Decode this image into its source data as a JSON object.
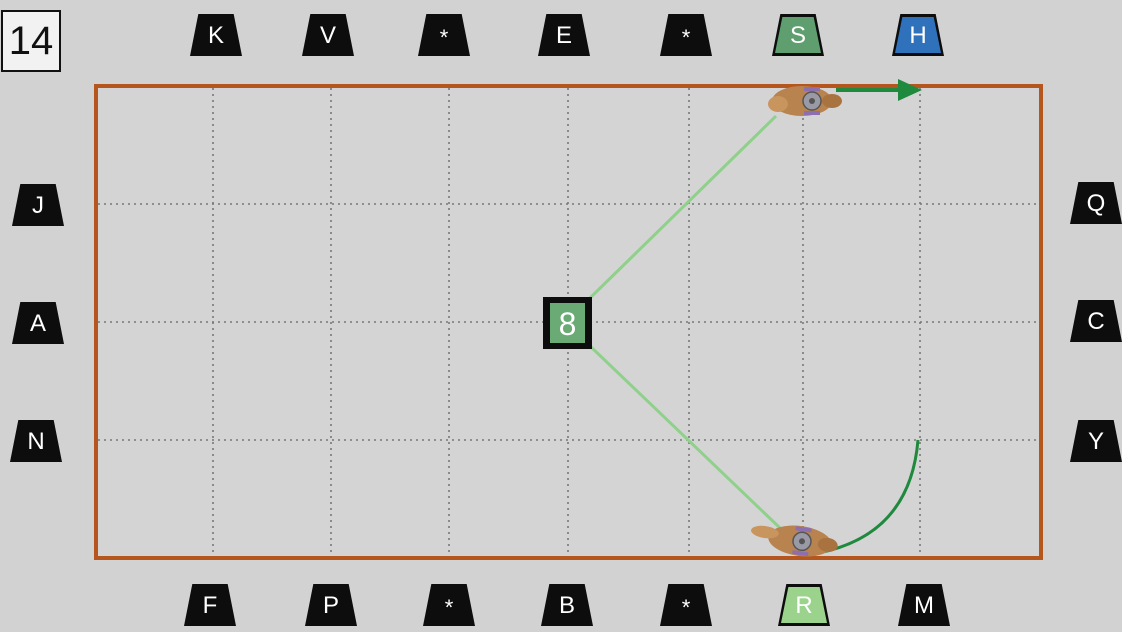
{
  "figure_number": "14",
  "markers": {
    "top": [
      {
        "id": "top-1",
        "label": "K",
        "fill": "#0d0d0d"
      },
      {
        "id": "top-2",
        "label": "V",
        "fill": "#0d0d0d"
      },
      {
        "id": "top-3",
        "label": "*",
        "fill": "#0d0d0d"
      },
      {
        "id": "top-4",
        "label": "E",
        "fill": "#0d0d0d"
      },
      {
        "id": "top-5",
        "label": "*",
        "fill": "#0d0d0d"
      },
      {
        "id": "top-6",
        "label": "S",
        "fill": "#5f9e6e"
      },
      {
        "id": "top-7",
        "label": "H",
        "fill": "#2f72bb"
      }
    ],
    "bottom": [
      {
        "id": "bottom-1",
        "label": "F",
        "fill": "#0d0d0d"
      },
      {
        "id": "bottom-2",
        "label": "P",
        "fill": "#0d0d0d"
      },
      {
        "id": "bottom-3",
        "label": "*",
        "fill": "#0d0d0d"
      },
      {
        "id": "bottom-4",
        "label": "B",
        "fill": "#0d0d0d"
      },
      {
        "id": "bottom-5",
        "label": "*",
        "fill": "#0d0d0d"
      },
      {
        "id": "bottom-6",
        "label": "R",
        "fill": "#9bd38c"
      },
      {
        "id": "bottom-7",
        "label": "M",
        "fill": "#0d0d0d"
      }
    ],
    "left": [
      {
        "id": "left-1",
        "label": "J",
        "fill": "#0d0d0d"
      },
      {
        "id": "left-2",
        "label": "A",
        "fill": "#0d0d0d"
      },
      {
        "id": "left-3",
        "label": "N",
        "fill": "#0d0d0d"
      }
    ],
    "right": [
      {
        "id": "right-1",
        "label": "Q",
        "fill": "#0d0d0d"
      },
      {
        "id": "right-2",
        "label": "C",
        "fill": "#0d0d0d"
      },
      {
        "id": "right-3",
        "label": "Y",
        "fill": "#0d0d0d"
      }
    ]
  },
  "cone": {
    "number": "8",
    "fill": "#6aaa74",
    "border": "#0d0d0d"
  },
  "colors": {
    "arena_border": "#b5561f",
    "grid": "#777777",
    "path_light": "#8fd08a",
    "path_dark": "#1f8a3e",
    "background": "#d3d2d3"
  },
  "icons": {
    "horse_top": "horse-icon",
    "horse_bottom": "horse-icon",
    "direction": "arrow-right-icon"
  }
}
